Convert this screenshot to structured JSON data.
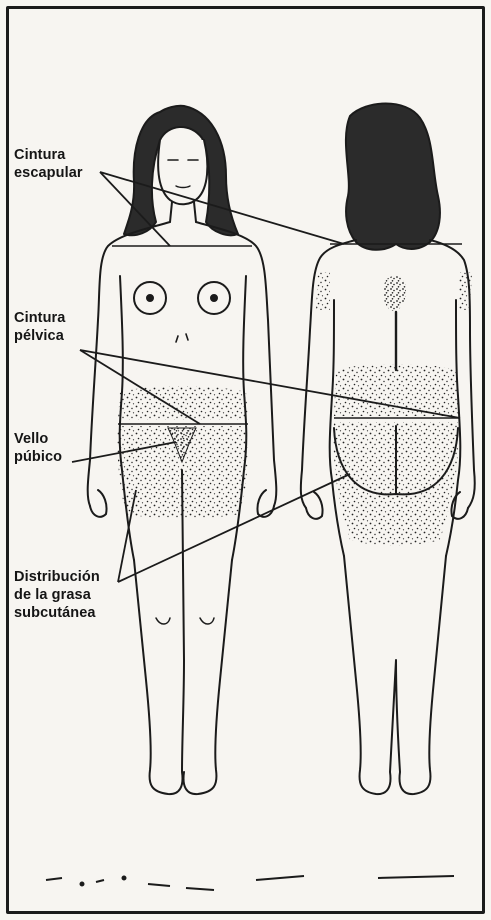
{
  "labels": {
    "cintura_escapular": "Cintura\nescapular",
    "cintura_pelvica": "Cintura\npélvica",
    "vello_pubico": "Vello\npúbico",
    "distribucion_grasa": "Distribución\nde la grasa\nsubcutánea"
  },
  "colors": {
    "ink": "#1b1b1b",
    "paper": "#f7f5f1"
  }
}
